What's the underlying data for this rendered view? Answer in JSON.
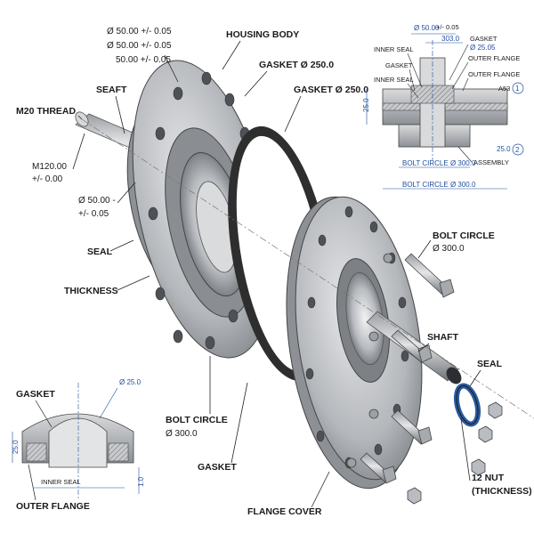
{
  "main_labels": {
    "housing_body": "HOUSING BODY",
    "gasket_top": "GASKET Ø 250.0",
    "gasket_right": "GASKET Ø 250.0",
    "seaft": "SEAFT",
    "m20_thread": "M20 THREAD",
    "m120": "M120.00",
    "m120_tol": "+/- 0.00",
    "dia50_a": "Ø 50.00 +/- 0.05",
    "dia50_b": "Ø 50.00 +/- 0.05",
    "dia50_c": "50.00 +/- 0.05",
    "dia50_mid": "Ø 50.00 -",
    "dia50_mid_tol": "+/- 0.05",
    "seal_left": "SEAL",
    "thickness": "THICKNESS",
    "bolt_circle_right": "BOLT CIRCLE",
    "bolt_circle_right_val": "Ø 300.0",
    "shaft": "SHAFT",
    "seal_right": "SEAL",
    "nut_count": "12 NUT",
    "nut_thickness": "(THICKNESS)",
    "bolt_circle_bottom": "BOLT CIRCLE",
    "bolt_circle_bottom_val": "Ø 300.0",
    "gasket_bottom": "GASKET",
    "flange_cover": "FLANGE COVER"
  },
  "section_top": {
    "dia_top": "Ø 50.00",
    "dia_top_tol": "+/- 0.05",
    "dim_303": "303.0",
    "gasket": "GASKET",
    "gasket_dia": "Ø 25.05",
    "inner_seal_1": "INNER SEAL",
    "gasket_2": "GASKET",
    "inner_seal_2": "INNER SEAL",
    "outer_flange_1": "OUTER FLANGE",
    "outer_flange_2": "OUTER FLANGE",
    "a53": "A53",
    "callout_1": "1",
    "height_25": "25.0",
    "right_25": "25.0",
    "callout_2": "2",
    "assembly": "ASSEMBLY",
    "bolt_circle_1": "BOLT CIRCLE Ø 300.0",
    "bolt_circle_2": "BOLT CIRCLE Ø 300.0"
  },
  "section_bottom": {
    "gasket": "GASKET",
    "dia25": "Ø 25.0",
    "height_25": "25.0",
    "inner_seal": "INNER SEAL",
    "dim_10": "1.0",
    "outer_flange": "OUTER FLANGE"
  },
  "colors": {
    "metal_light": "#c9cbcf",
    "metal_dark": "#6f7378",
    "gasket": "#2e2e2e",
    "dim_blue": "#1f4f9c",
    "seal_ring": "#2a5a9e"
  }
}
